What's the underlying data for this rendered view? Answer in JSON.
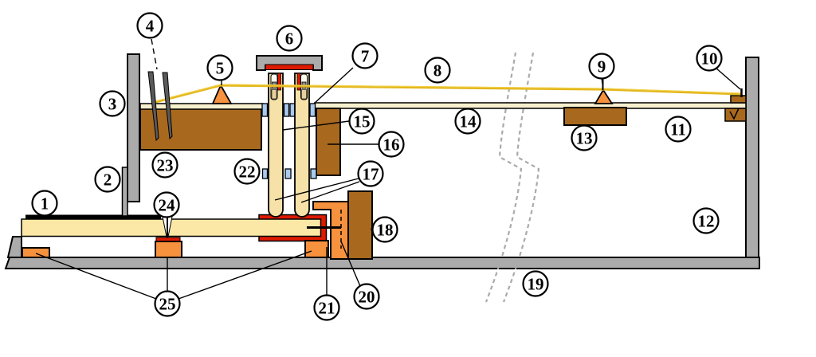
{
  "diagram": {
    "type": "instrument-cross-section-schematic",
    "labels": [
      "1",
      "2",
      "3",
      "4",
      "5",
      "6",
      "7",
      "8",
      "9",
      "10",
      "11",
      "12",
      "13",
      "14",
      "15",
      "16",
      "17",
      "18",
      "19",
      "20",
      "21",
      "22",
      "23",
      "24",
      "25"
    ],
    "colors": {
      "case_gray": "#ABABAB",
      "wood_brown": "#A8691E",
      "jack_cream": "#F6E2A8",
      "key_yellow": "#FBE8A6",
      "soundboard_cream": "#F8EFCF",
      "rail_orange": "#F6913E",
      "felt_red": "#DD1A00",
      "guide_blue": "#A9C9EF",
      "string_gold": "#E3B71E",
      "pin_gray": "#5A5A5A",
      "break_line_gray": "#AAAAAA",
      "outline": "#000000",
      "label_bg": "#FFFFFF"
    }
  }
}
